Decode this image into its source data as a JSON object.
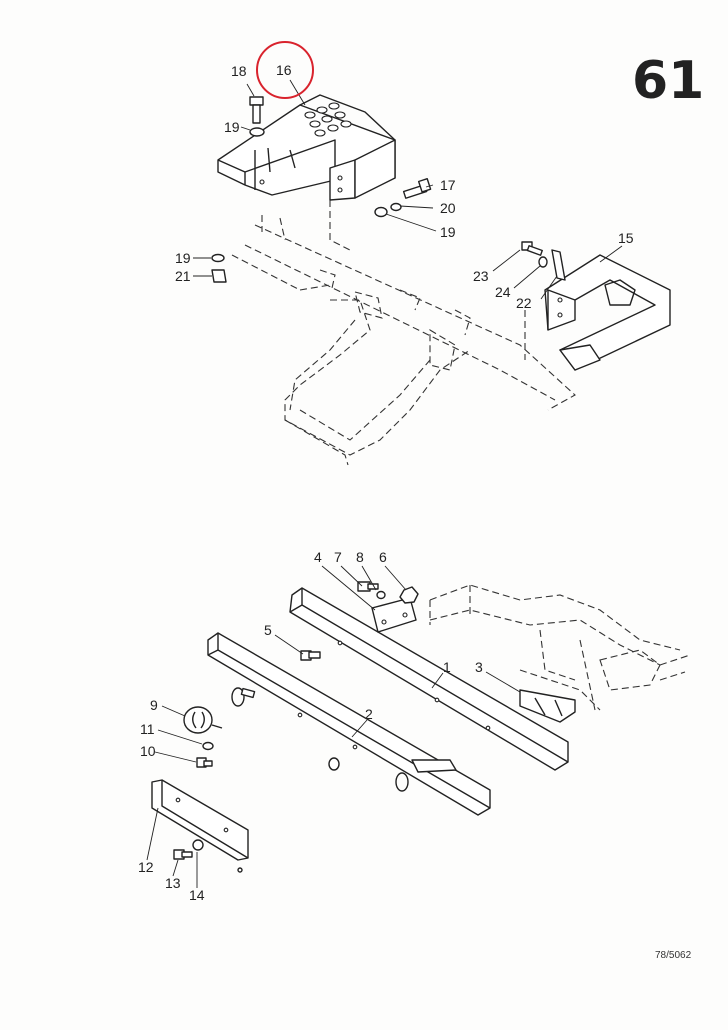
{
  "page": {
    "number": "61",
    "reference": "78/5062",
    "highlight_color": "#d9232d"
  },
  "callouts": {
    "c1": "1",
    "c2": "2",
    "c3": "3",
    "c4": "4",
    "c5": "5",
    "c6": "6",
    "c7": "7",
    "c8": "8",
    "c9": "9",
    "c10": "10",
    "c11": "11",
    "c12": "12",
    "c13": "13",
    "c14": "14",
    "c15": "15",
    "c16": "16",
    "c17": "17",
    "c18": "18",
    "c19a": "19",
    "c19b": "19",
    "c19c": "19",
    "c20": "20",
    "c21": "21",
    "c22": "22",
    "c23": "23",
    "c24": "24"
  }
}
